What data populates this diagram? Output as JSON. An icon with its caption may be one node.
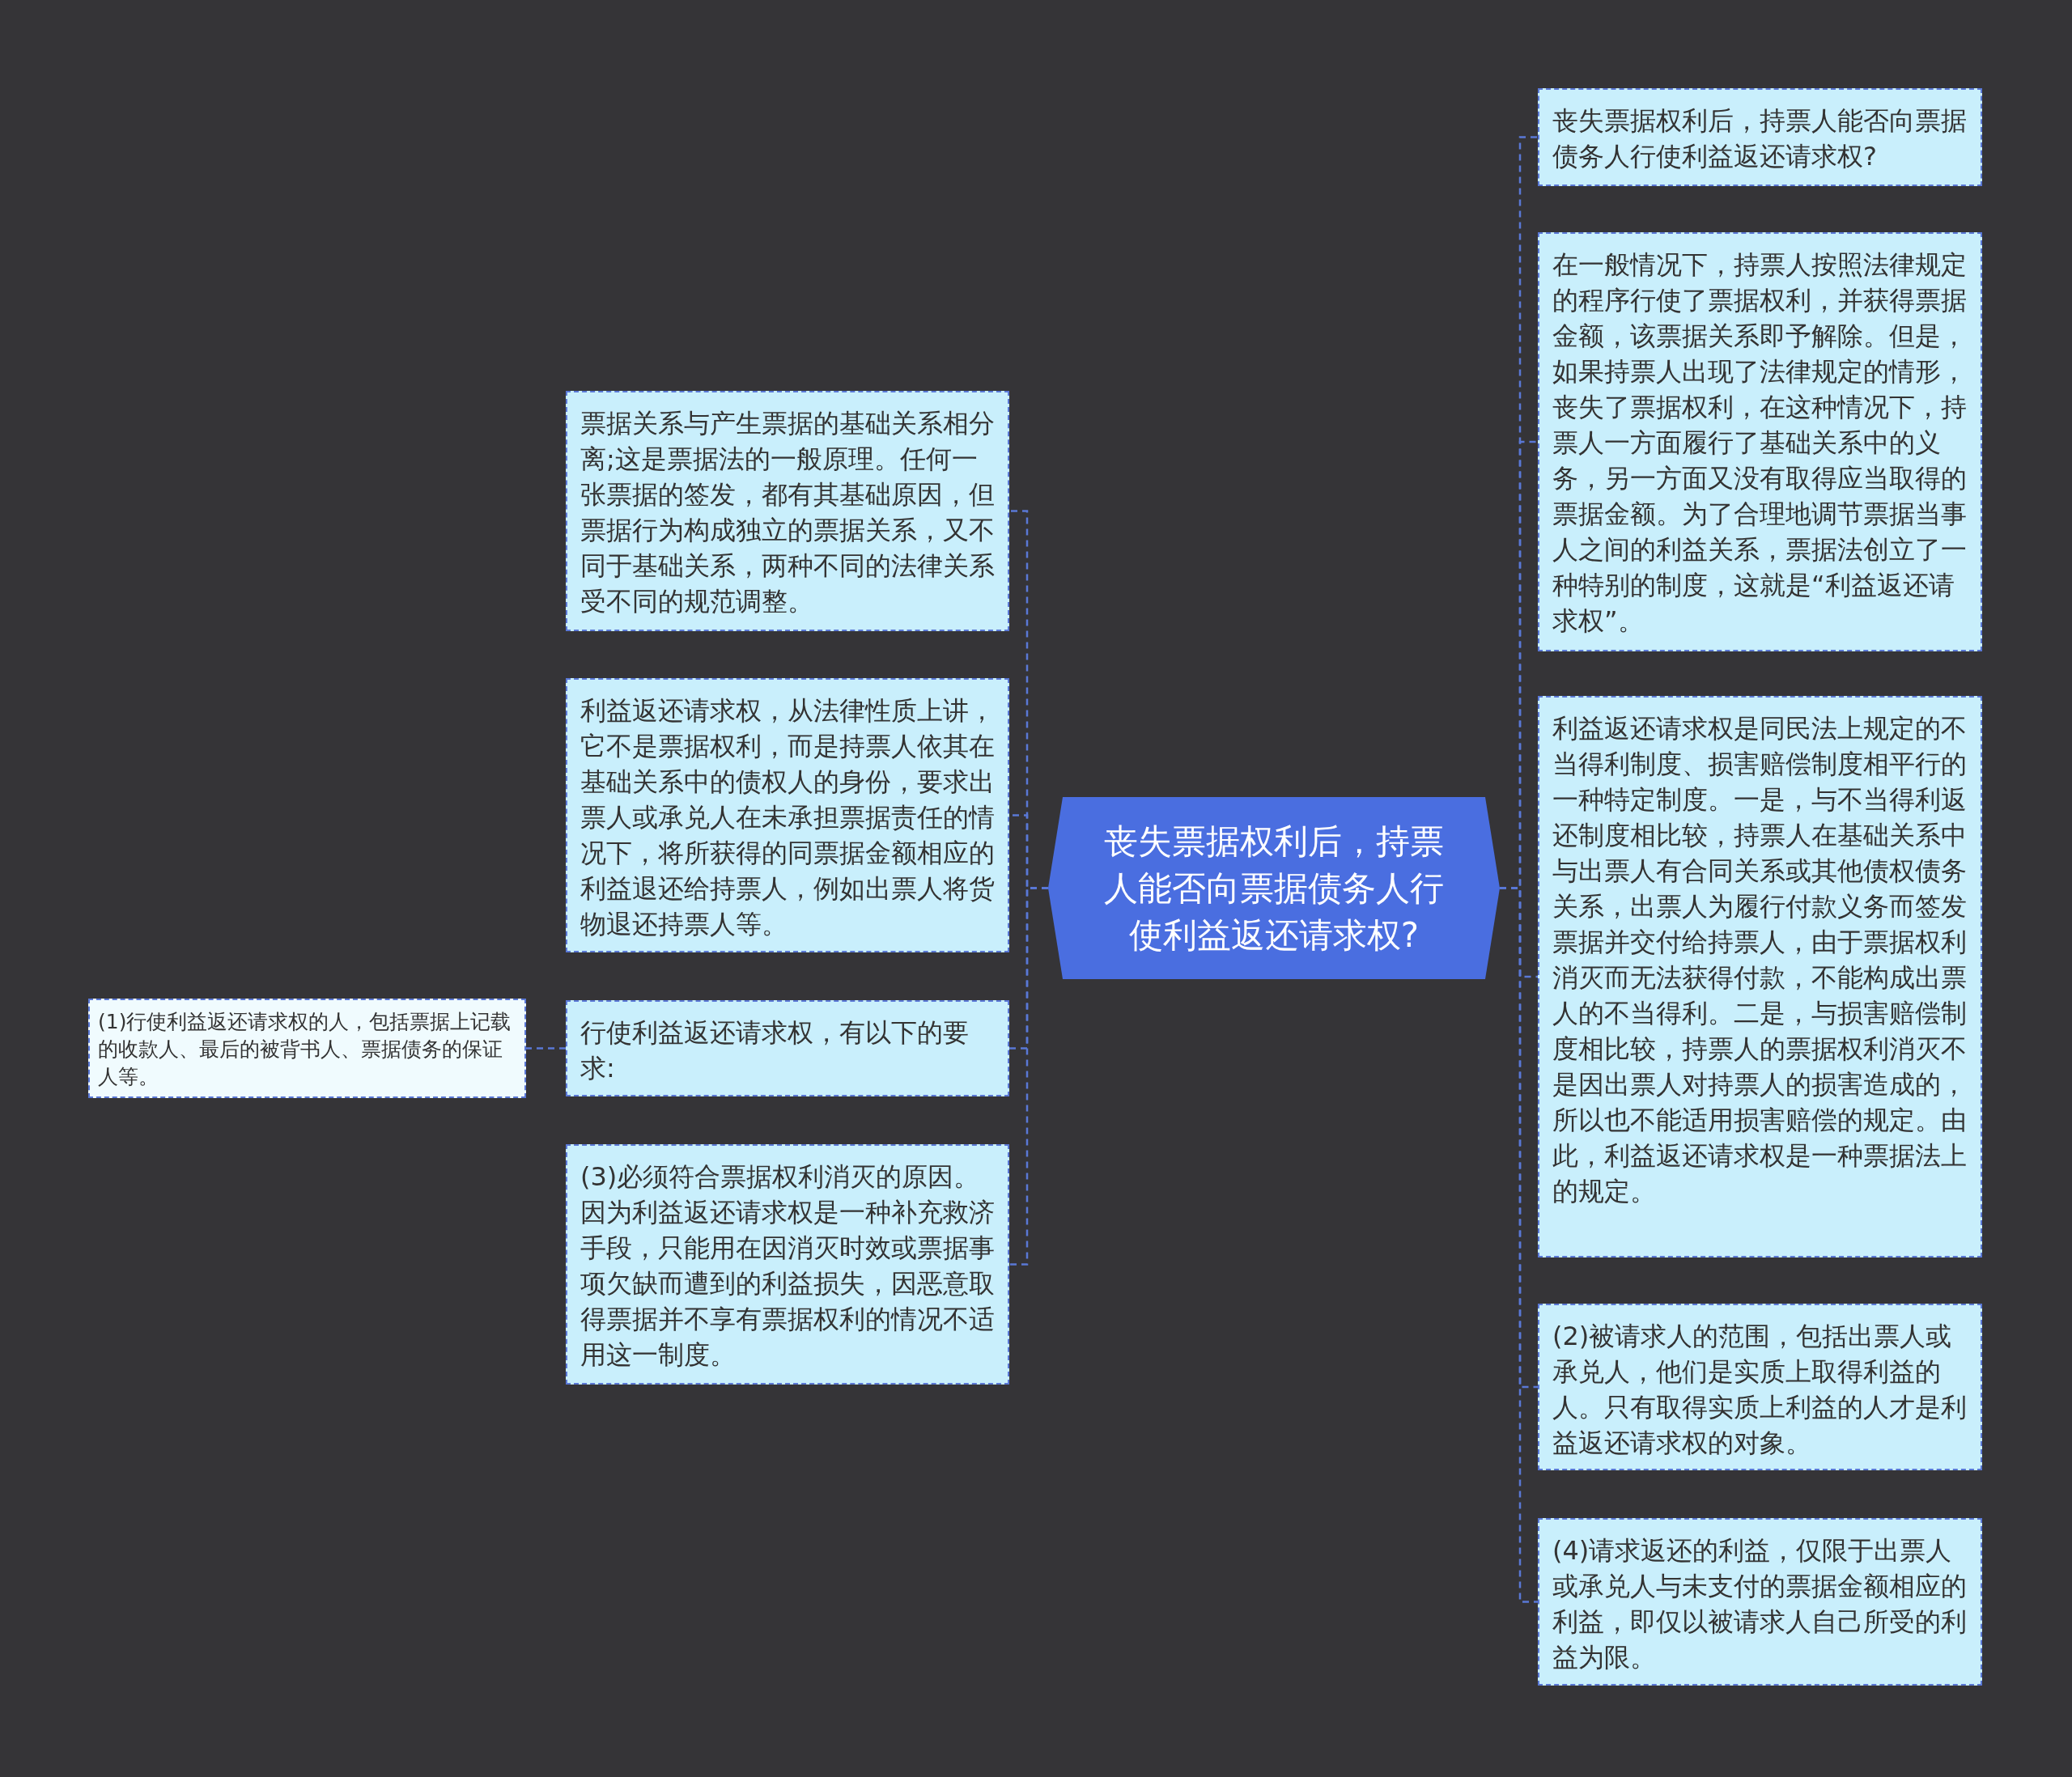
{
  "diagram": {
    "nodes": [
      {
        "text": [
          "丧失票据权利后，持票人能否向票据债务人行使利益返还请求权?"
        ]
      },
      {
        "text": [
          "票据关系与产生票据的基础关系相分离;这是票据法的一般原理。任何一张票据的签发，都有其基础原因，但票据行为构成独立的票据关系，又不同于基础关系，两种不同的法律关系受不同的规范调整。"
        ]
      },
      {
        "text": [
          "利益返还请求权，从法律性质上讲，它不是票据权利，而是持票人依其在基础关系中的债权人的身份，要求出票人或承兑人在未承担票据责任的情况下，将所获得的同票据金额相应的利益退还给持票人，例如出票人将货物退还持票人等。"
        ]
      },
      {
        "text": [
          "行使利益返还请求权，有以下的要求:"
        ]
      },
      {
        "text": [
          "(3)必须符合票据权利消灭的原因。因为利益返还请求权是一种补充救济手段，只能用在因消灭时效或票据事项欠缺而遭到的利益损失，因恶意取得票据并不享有票据权利的情况不适用这一制度。"
        ]
      },
      {
        "text": [
          "(1)行使利益返还请求权的人，包括票据上记载的收款人、最后的被背书人、票据债务的保证人等。"
        ]
      },
      {
        "text": [
          "丧失票据权利后，持票人能否向票据债务人行使利益返还请求权?"
        ]
      },
      {
        "text": [
          "在一般情况下，持票人按照法律规定的程序行使了票据权利，并获得票据金额，该票据关系即予解除。但是，如果持票人出现了法律规定的情形，丧失了票据权利，在这种情况下，持票人一方面履行了基础关系中的义务，另一方面又没有取得应当取得的票据金额。为了合理地调节票据当事人之间的利益关系，票据法创立了一种特别的制度，这就是“利益返还请求权”。"
        ]
      },
      {
        "text": [
          "利益返还请求权是同民法上规定的不当得利制度、损害赔偿制度相平行的一种特定制度。一是，与不当得利返还制度相比较，持票人在基础关系中与出票人有合同关系或其他债权债务关系，出票人为履行付款义务而签发票据并交付给持票人，由于票据权利消灭而无法获得付款，不能构成出票人的不当得利。二是，与损害赔偿制度相比较，持票人的票据权利消灭不是因出票人对持票人的损害造成的，所以也不能适用损害赔偿的规定。由此，利益返还请求权是一种票据法上的规定。"
        ]
      },
      {
        "text": [
          "(2)被请求人的范围，包括出票人或承兑人，他们是实质上取得利益的人。只有取得实质上利益的人才是利益返还请求权的对象。"
        ]
      },
      {
        "text": [
          "(4)请求返还的利益，仅限于出票人或承兑人与未支付的票据金额相应的利益，即仅以被请求人自己所受的利益为限。"
        ]
      }
    ],
    "edges": [
      {
        "from": 0,
        "to": 1,
        "arrow": "none",
        "style": "dashed"
      },
      {
        "from": 0,
        "to": 2,
        "arrow": "none",
        "style": "dashed"
      },
      {
        "from": 0,
        "to": 3,
        "arrow": "none",
        "style": "dashed"
      },
      {
        "from": 0,
        "to": 4,
        "arrow": "none",
        "style": "dashed"
      },
      {
        "from": 3,
        "to": 5,
        "arrow": "none",
        "style": "dashed"
      },
      {
        "from": 0,
        "to": 6,
        "arrow": "none",
        "style": "dashed"
      },
      {
        "from": 0,
        "to": 7,
        "arrow": "none",
        "style": "dashed"
      },
      {
        "from": 0,
        "to": 8,
        "arrow": "none",
        "style": "dashed"
      },
      {
        "from": 0,
        "to": 9,
        "arrow": "none",
        "style": "dashed"
      },
      {
        "from": 0,
        "to": 10,
        "arrow": "none",
        "style": "dashed"
      }
    ]
  }
}
